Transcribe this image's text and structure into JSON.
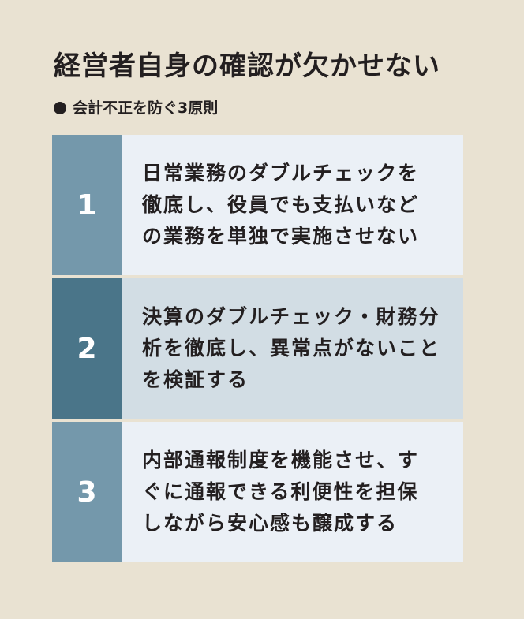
{
  "title": "経営者自身の確認が欠かせない",
  "subtitle": "会計不正を防ぐ3原則",
  "colors": {
    "background": "#e9e2d2",
    "number_light": "#7498ab",
    "number_dark": "#4a7589",
    "text_light": "#ebf0f6",
    "text_dark": "#d2dde4",
    "text": "#231f20"
  },
  "rows": [
    {
      "number": "1",
      "lines": [
        "日常業務のダブルチェックを",
        "徹底し、役員でも支払いなど",
        "の業務を単独で実施させない"
      ]
    },
    {
      "number": "2",
      "lines": [
        "決算のダブルチェック・財務分",
        "析を徹底し、異常点がないこと",
        "を検証する"
      ]
    },
    {
      "number": "3",
      "lines": [
        "内部通報制度を機能させ、す",
        "ぐに通報できる利便性を担保",
        "しながら安心感も醸成する"
      ]
    }
  ]
}
